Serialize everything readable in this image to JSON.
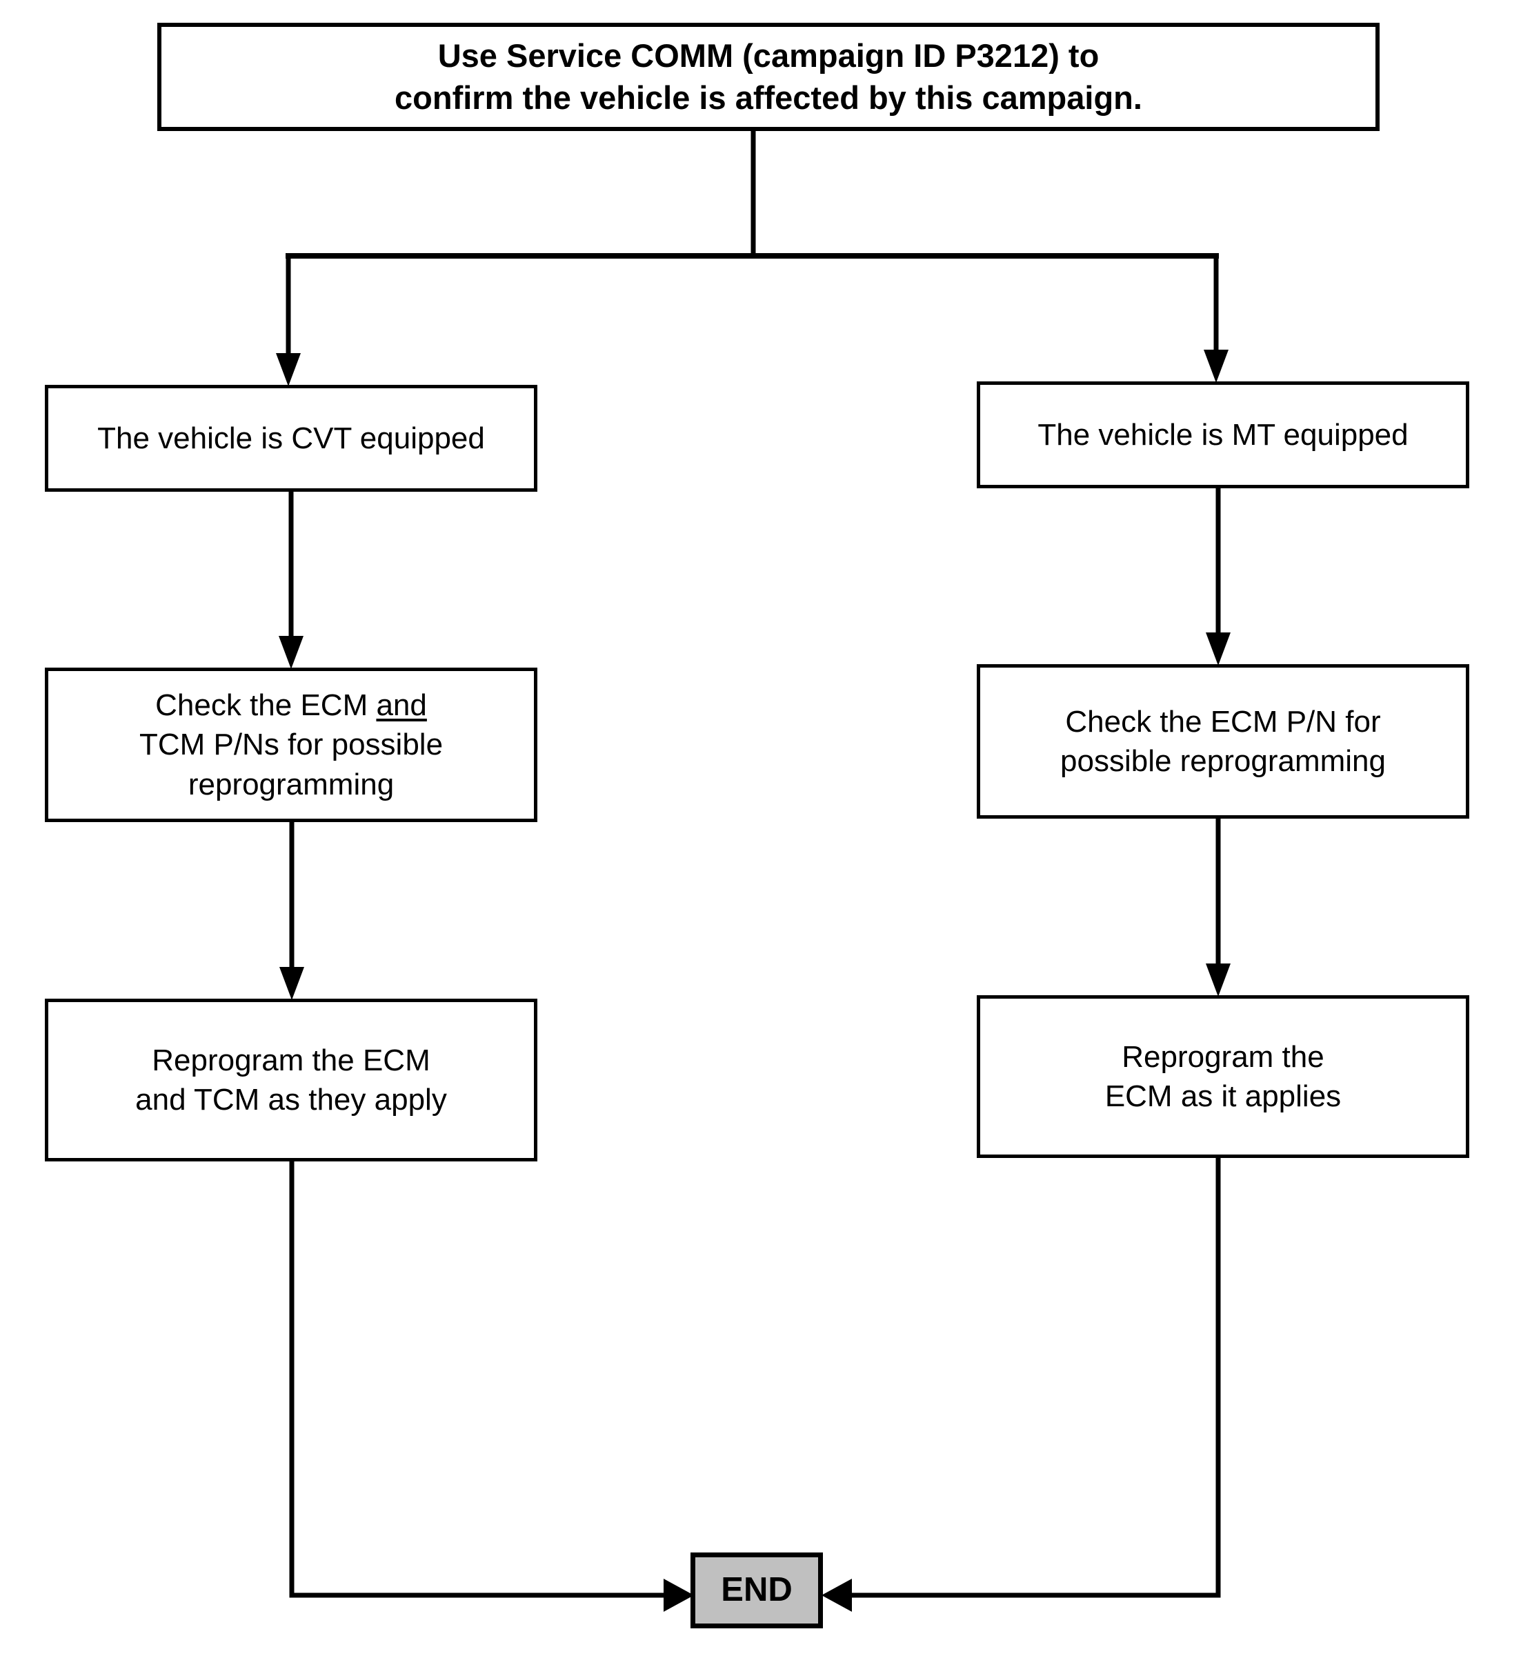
{
  "diagram": {
    "title": "Service campaign reprogramming flowchart",
    "background_color": "#ffffff",
    "line_color": "#000000",
    "end_fill_color": "#c0c0c0"
  },
  "nodes": {
    "start": {
      "id": "start",
      "label": "Use Service COMM (campaign ID P3212) to\nconfirm the vehicle is affected by this campaign.",
      "shape": "rectangle",
      "bold": true
    },
    "cvt_branch": {
      "id": "cvt-branch",
      "label": "The vehicle is CVT equipped",
      "shape": "rectangle"
    },
    "mt_branch": {
      "id": "mt-branch",
      "label": "The vehicle is MT equipped",
      "shape": "rectangle"
    },
    "check_cvt": {
      "id": "check-cvt",
      "line1_before": "Check the ECM ",
      "line1_underlined": "and",
      "line2": "TCM P/Ns for possible",
      "line3": "reprogramming",
      "full_label": "Check the ECM and TCM P/Ns for possible reprogramming"
    },
    "check_mt": {
      "id": "check-mt",
      "label": "Check the ECM P/N for\npossible reprogramming",
      "shape": "rectangle"
    },
    "reprogram_cvt": {
      "id": "reprogram-cvt",
      "label": "Reprogram the ECM\nand TCM as they apply",
      "shape": "rectangle"
    },
    "reprogram_mt": {
      "id": "reprogram-mt",
      "label": "Reprogram the\nECM as it applies",
      "shape": "rectangle"
    },
    "end": {
      "id": "end",
      "label": "END",
      "shape": "rectangle",
      "fill": "#c0c0c0"
    }
  },
  "connectors": [
    {
      "name": "start-to-split",
      "from": "start",
      "to": "split-bar",
      "arrow": false
    },
    {
      "name": "split-to-cvt",
      "from": "split-bar",
      "to": "cvt-branch",
      "arrow": true
    },
    {
      "name": "split-to-mt",
      "from": "split-bar",
      "to": "mt-branch",
      "arrow": true
    },
    {
      "name": "cvt-to-check",
      "from": "cvt-branch",
      "to": "check-cvt",
      "arrow": true
    },
    {
      "name": "mt-to-check",
      "from": "mt-branch",
      "to": "check-mt",
      "arrow": true
    },
    {
      "name": "check-cvt-to-reprogram",
      "from": "check-cvt",
      "to": "reprogram-cvt",
      "arrow": true
    },
    {
      "name": "check-mt-to-reprogram",
      "from": "check-mt",
      "to": "reprogram-mt",
      "arrow": true
    },
    {
      "name": "reprogram-cvt-to-end",
      "from": "reprogram-cvt",
      "to": "end",
      "arrow": true
    },
    {
      "name": "reprogram-mt-to-end",
      "from": "reprogram-mt",
      "to": "end",
      "arrow": true
    }
  ]
}
